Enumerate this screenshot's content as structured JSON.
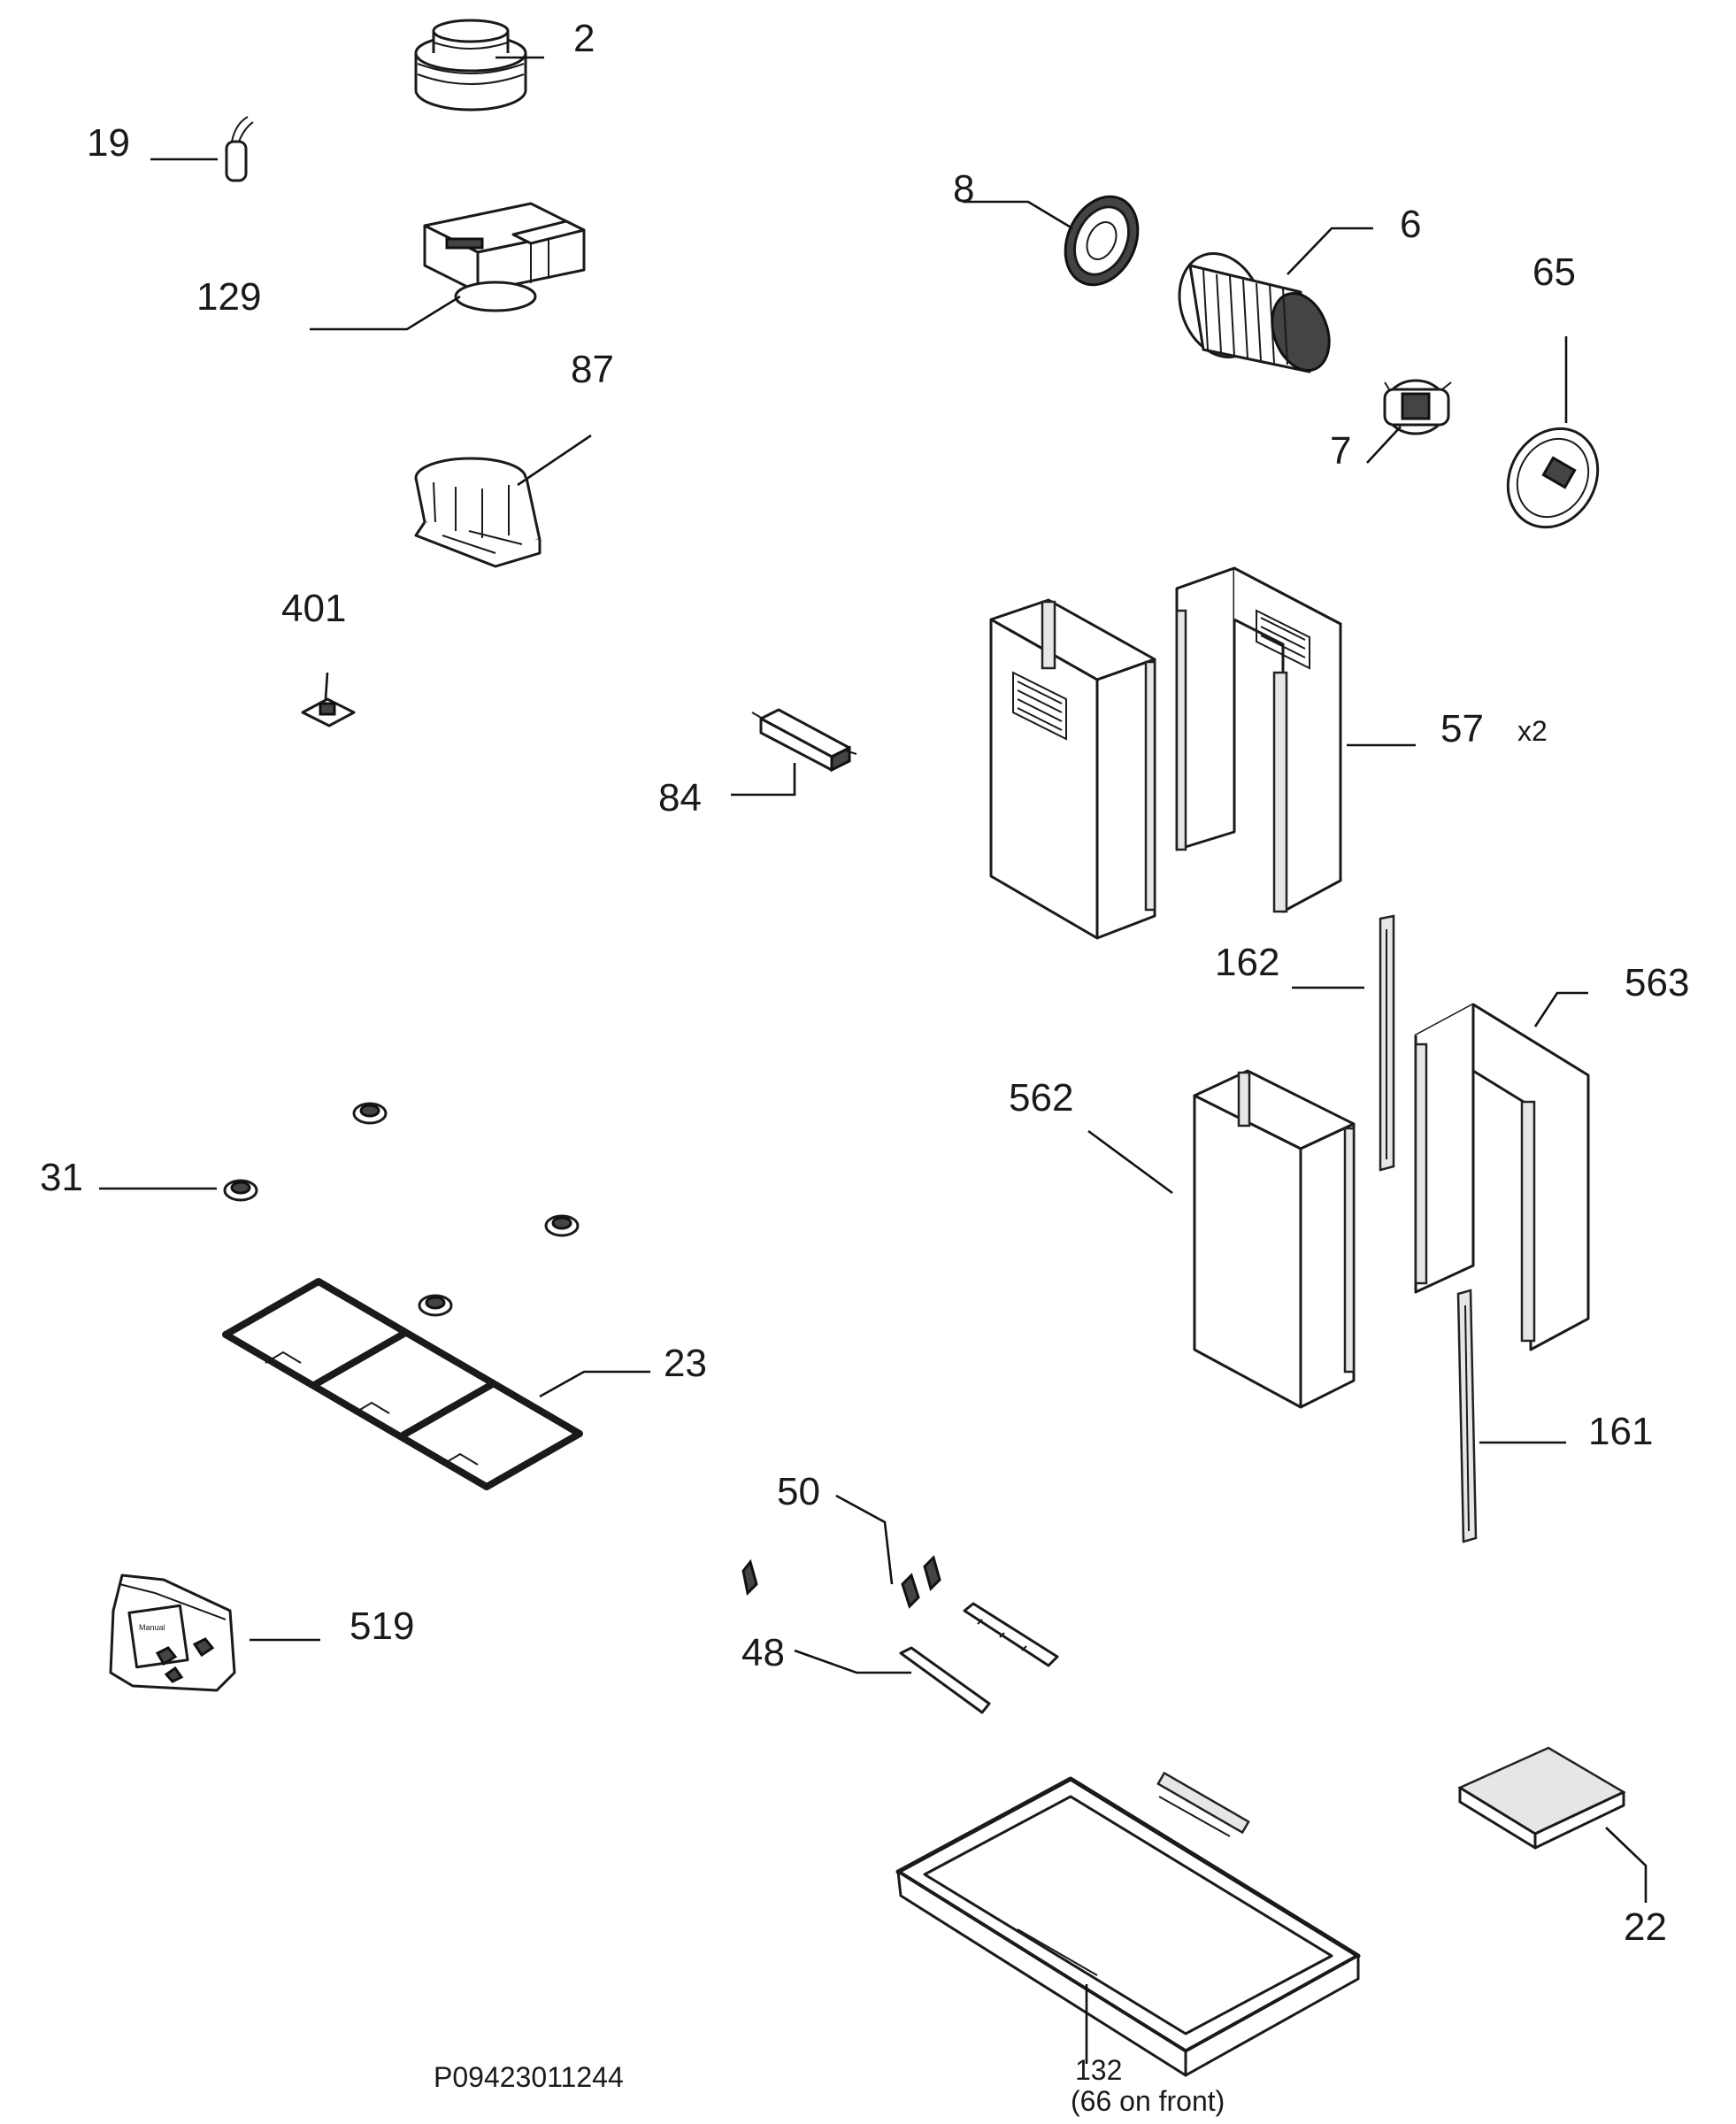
{
  "labels": {
    "p2": "2",
    "p19": "19",
    "p129": "129",
    "p87": "87",
    "p401": "401",
    "p8": "8",
    "p6": "6",
    "p65": "65",
    "p7": "7",
    "p57": "57",
    "p57_qty": "x2",
    "p84": "84",
    "p162": "162",
    "p563": "563",
    "p562": "562",
    "p31": "31",
    "p23": "23",
    "p161": "161",
    "p50": "50",
    "p519": "519",
    "p48": "48",
    "p22": "22",
    "p132": "132",
    "p132_note": "(66 on front)"
  },
  "drawing_code": "P09423011244",
  "bag_label": "Manual"
}
